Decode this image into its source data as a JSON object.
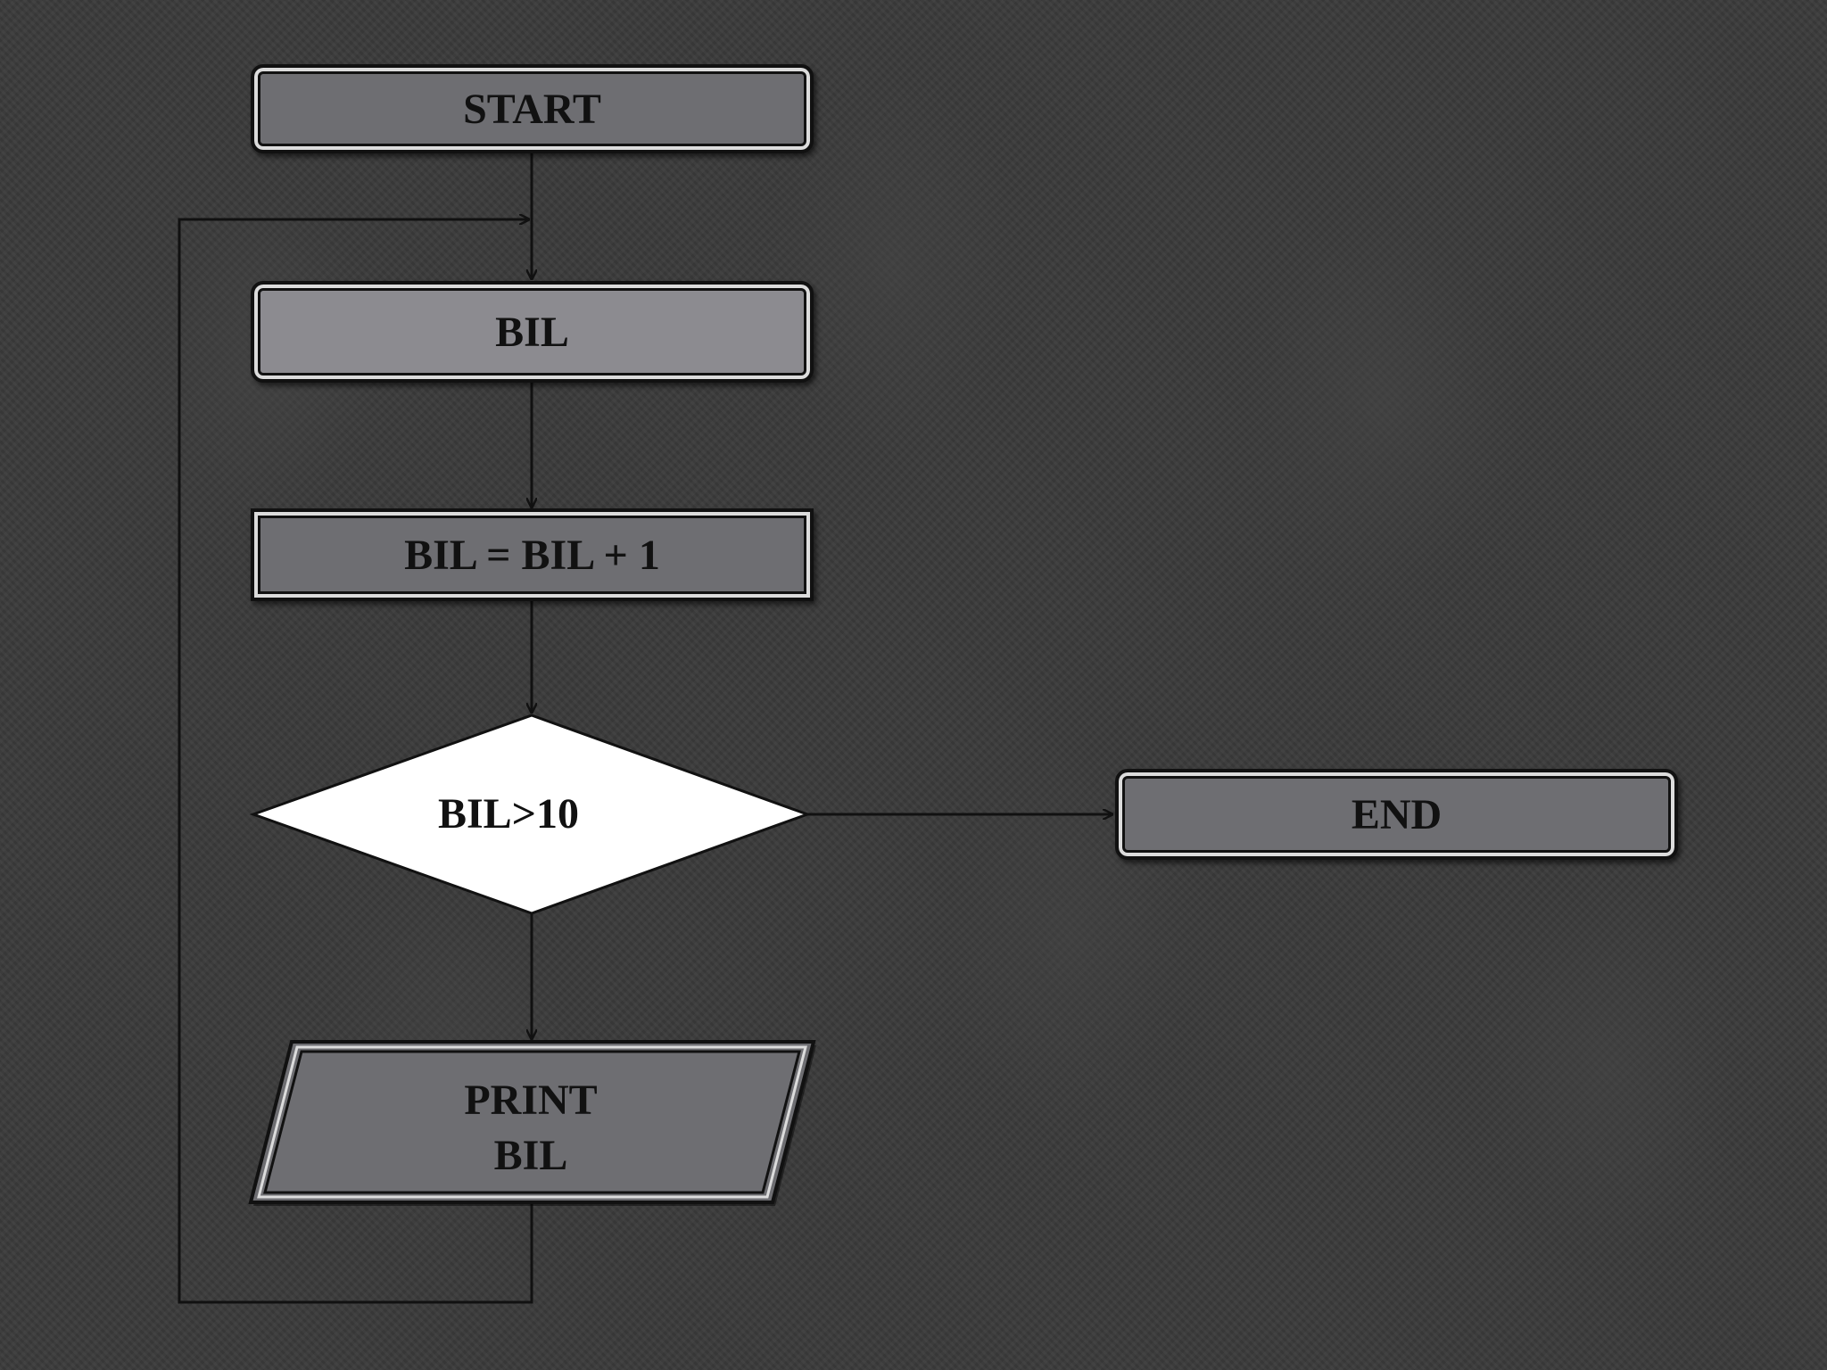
{
  "flowchart": {
    "start": {
      "label": "START"
    },
    "init": {
      "label": "BIL"
    },
    "increment": {
      "label": "BIL = BIL + 1"
    },
    "decision": {
      "label": "BIL>10"
    },
    "output": {
      "line1": "PRINT",
      "line2": "BIL"
    },
    "end": {
      "label": "END"
    }
  },
  "colors": {
    "background": "#3a3a3a",
    "box_fill_dark": "#6e6e72",
    "box_fill_light": "#8c8b90",
    "decision_fill": "#ffffff",
    "stroke": "#111111"
  }
}
